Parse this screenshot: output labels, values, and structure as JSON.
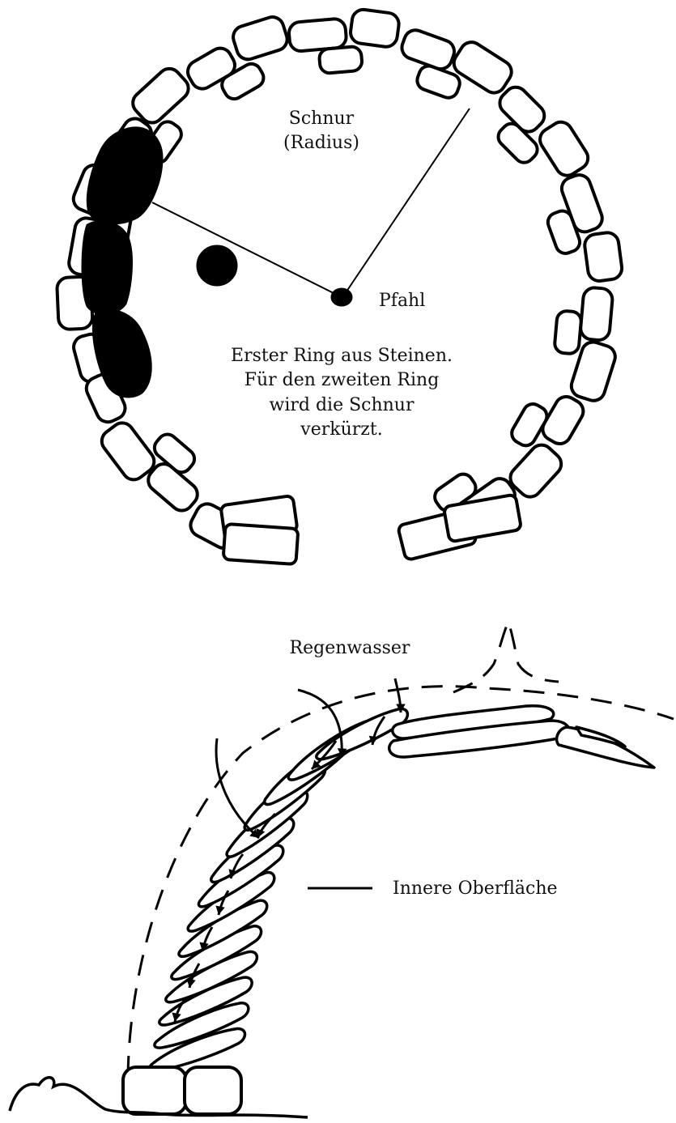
{
  "figure1": {
    "label_string": "Schnur",
    "label_string_sub": "(Radius)",
    "label_stake": "Pfahl",
    "caption_line1": "Erster Ring aus Steinen.",
    "caption_line2": "Für den zweiten Ring",
    "caption_line3": "wird die Schnur",
    "caption_line4": "verkürzt."
  },
  "figure2": {
    "label_rain": "Regenwasser",
    "label_inner_surface": "Innere Oberfläche"
  }
}
